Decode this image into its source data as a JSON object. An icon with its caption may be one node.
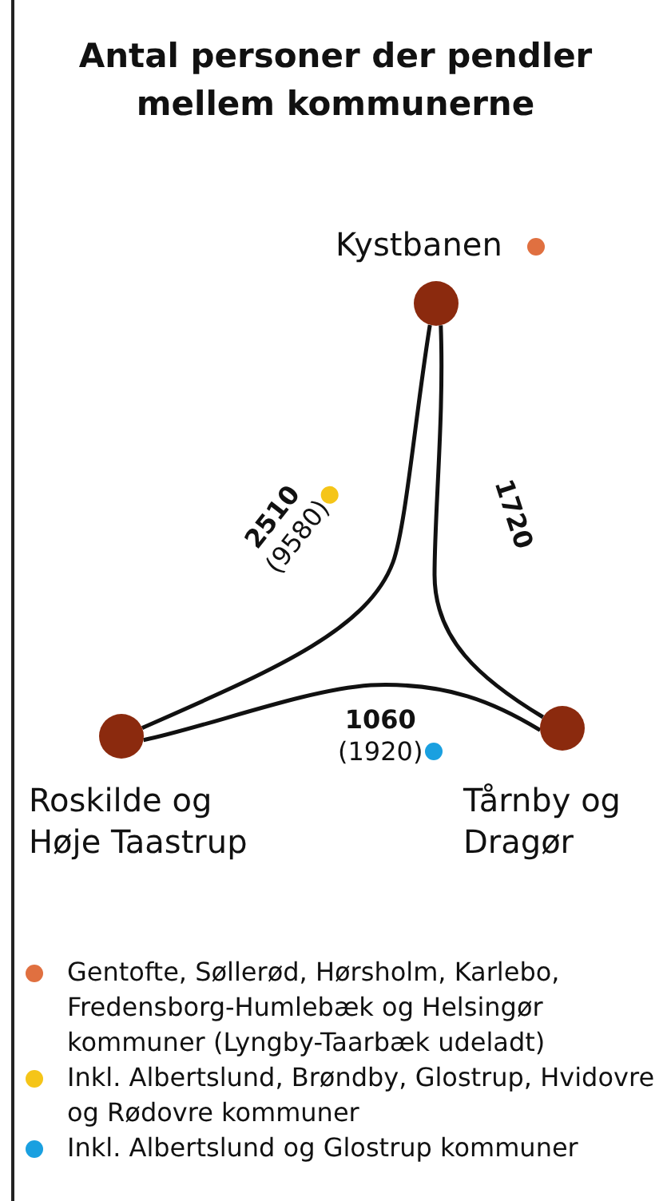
{
  "diagram": {
    "title": "Antal personer der pendler mellem kommunerne",
    "nodes": [
      {
        "text": [],
        "shape": "circle",
        "beside": [
          "Kystbanen"
        ]
      },
      {
        "text": [],
        "shape": "circle",
        "beside": [
          "Roskilde og Høje Taastrup"
        ]
      },
      {
        "text": [],
        "shape": "circle",
        "beside": [
          "Tårnby og Dragør"
        ]
      }
    ],
    "edges": [
      {
        "from": 0,
        "to": 1,
        "arrow": "none",
        "label": "**2510** (9580)"
      },
      {
        "from": 0,
        "to": 2,
        "arrow": "none",
        "label": "1720"
      },
      {
        "from": 1,
        "to": 2,
        "arrow": "none",
        "label": "**1060** (1920)"
      }
    ],
    "legend": [
      {
        "text": "Gentofte, Søllerød, Hørsholm, Karlebo, Fredensborg-Humlebæk og Helsingør kommuner (Lyngby-Taarbæk udeladt)",
        "color": "#e07040"
      },
      {
        "text": "Inkl. Albertslund, Brøndby, Glostrup, Hvidovre og Rødovre kommuner",
        "color": "#f5c518"
      },
      {
        "text": "Inkl. Albertslund og Glostrup kommuner",
        "color": "#1aa0e0"
      }
    ]
  }
}
